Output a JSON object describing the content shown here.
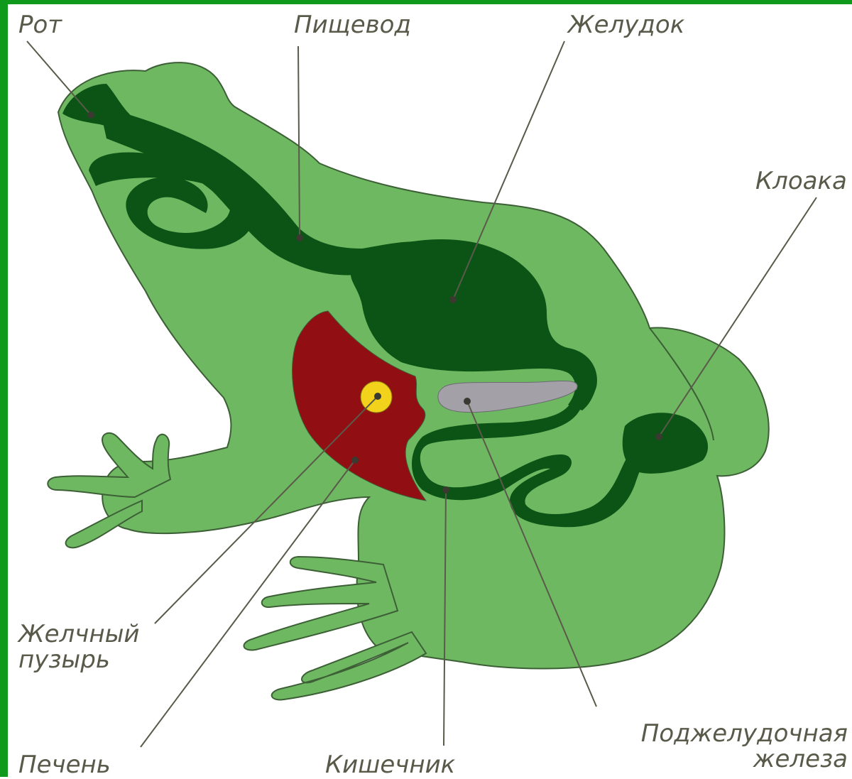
{
  "labels": {
    "mouth": "Рот",
    "esophagus": "Пищевод",
    "stomach": "Желудок",
    "cloaca": "Клоака",
    "gallbladder_line1": "Желчный",
    "gallbladder_line2": "пузырь",
    "pancreas_line1": "Поджелудочная",
    "pancreas_line2": "железа",
    "liver": "Печень",
    "intestine": "Кишечник"
  },
  "colors": {
    "frame": "#0f9a1e",
    "body": "#6fb862",
    "body_outline": "#3c5f36",
    "digestive_tract": "#0c5415",
    "liver": "#910f12",
    "gallbladder": "#f2d21a",
    "pancreas": "#a4a0a8",
    "leader_line": "#5a5a4a",
    "label_text": "#5a5a4a"
  }
}
